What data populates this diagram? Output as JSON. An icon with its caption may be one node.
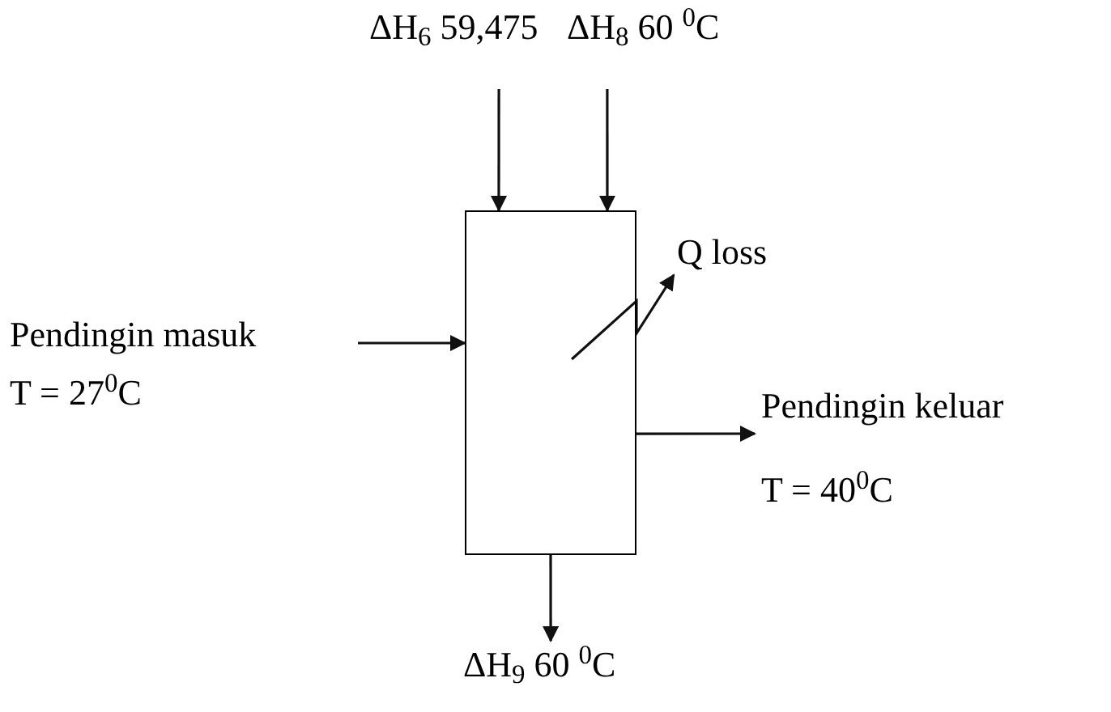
{
  "diagram": {
    "nodes": [
      {
        "text": [
          "ΔH$_{6}$ 59,475"
        ]
      },
      {
        "text": [
          "ΔH$_{8}$ 60 $^{0}$C"
        ]
      },
      {
        "text": [],
        "shape": "box"
      },
      {
        "text": [
          "Pendingin masuk",
          "T = 27$^{0}$C"
        ]
      },
      {
        "text": [
          "Q loss"
        ]
      },
      {
        "text": [
          "Pendingin keluar",
          "T = 40$^{0}$C"
        ]
      },
      {
        "text": [
          "ΔH$_{9}$ 60 $^{0}$C"
        ]
      }
    ],
    "edges": [
      {
        "from": 0,
        "to": 2,
        "arrow": "to"
      },
      {
        "from": 1,
        "to": 2,
        "arrow": "to"
      },
      {
        "from": 3,
        "to": 2,
        "arrow": "to"
      },
      {
        "from": 2,
        "to": 4,
        "arrow": "to"
      },
      {
        "from": 2,
        "to": 5,
        "arrow": "to"
      },
      {
        "from": 2,
        "to": 6,
        "arrow": "to"
      }
    ]
  }
}
